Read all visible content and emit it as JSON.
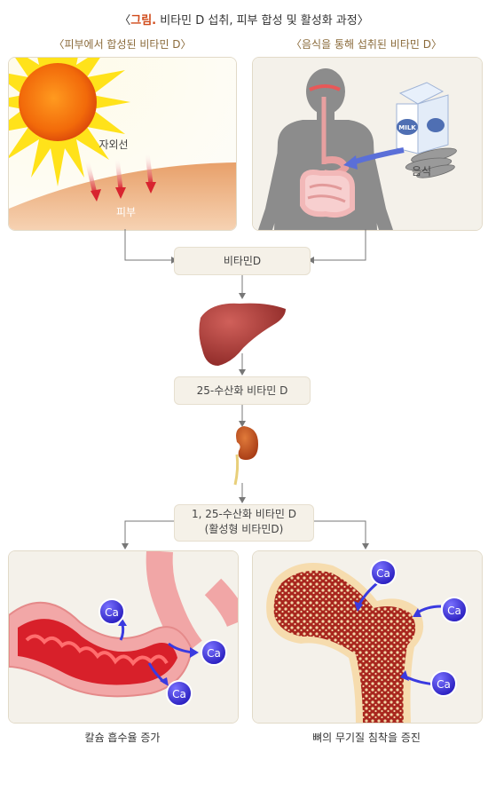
{
  "title": {
    "prefix": "〈",
    "highlight": "그림.",
    "rest": " 비타민 D 섭취, 피부 합성 및 활성화 과정〉"
  },
  "left_panel": {
    "heading": "〈피부에서 합성된 비타민 D〉",
    "uv_label": "자외선",
    "skin_label": "피부"
  },
  "right_panel": {
    "heading": "〈음식을 통해 섭취된 비타민 D〉",
    "food_label": "음식",
    "milk_label": "MILK"
  },
  "steps": {
    "vitamin_d": "비타민D",
    "hydroxy_25": "25-수산화 비타민 D",
    "active_line1": "1, 25-수산화 비타민 D",
    "active_line2": "(활성형 비타민D)"
  },
  "calcium_symbol": "Ca",
  "bottom_left": {
    "caption": "칼슘 흡수율 증가"
  },
  "bottom_right": {
    "caption": "뼈의 무기질 침착을 증진"
  }
}
